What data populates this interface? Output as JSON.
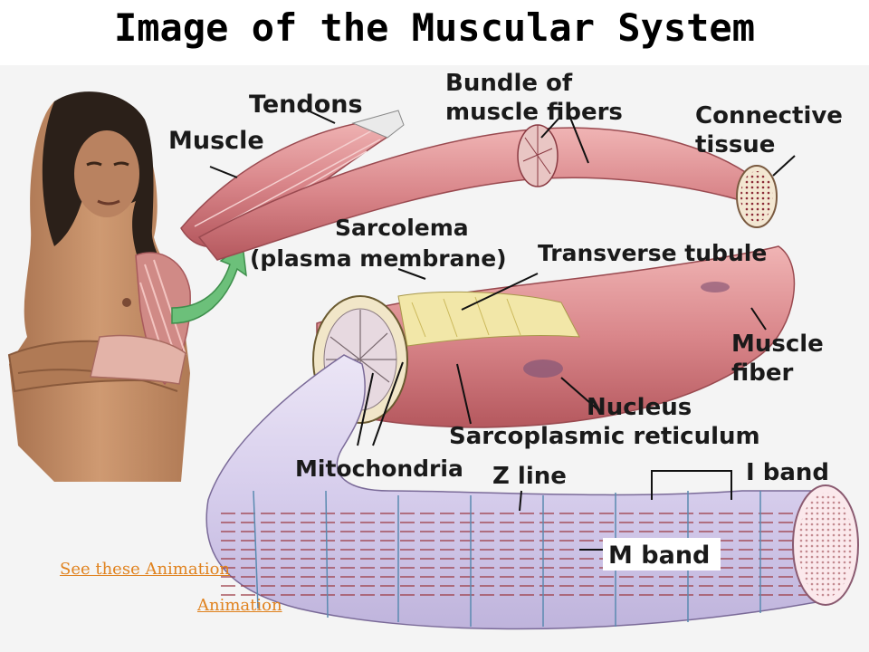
{
  "title": "Image of the Muscular System",
  "labels": {
    "tendons": "Tendons",
    "muscle": "Muscle",
    "bundle_line1": "Bundle of",
    "bundle_line2": "muscle fibers",
    "connective_line1": "Connective",
    "connective_line2": "tissue",
    "sarcolema_line1": "Sarcolema",
    "sarcolema_line2": "(plasma membrane)",
    "transverse_tubule": "Transverse tubule",
    "muscle_fiber_line1": "Muscle",
    "muscle_fiber_line2": "fiber",
    "nucleus": "Nucleus",
    "sarcoplasmic_reticulum": "Sarcoplasmic reticulum",
    "mitochondria": "Mitochondria",
    "z_line": "Z line",
    "i_band": "I band",
    "m_band": "M band"
  },
  "links": {
    "see_animation": "See these Animation",
    "animation": "Animation"
  },
  "colors": {
    "muscle_pink": "#d9868a",
    "muscle_dark": "#b5585e",
    "skin": "#c8926b",
    "arrow_green": "#6cc07a",
    "link_orange": "#e0821e",
    "fibril_lilac": "#cfc6e6"
  }
}
